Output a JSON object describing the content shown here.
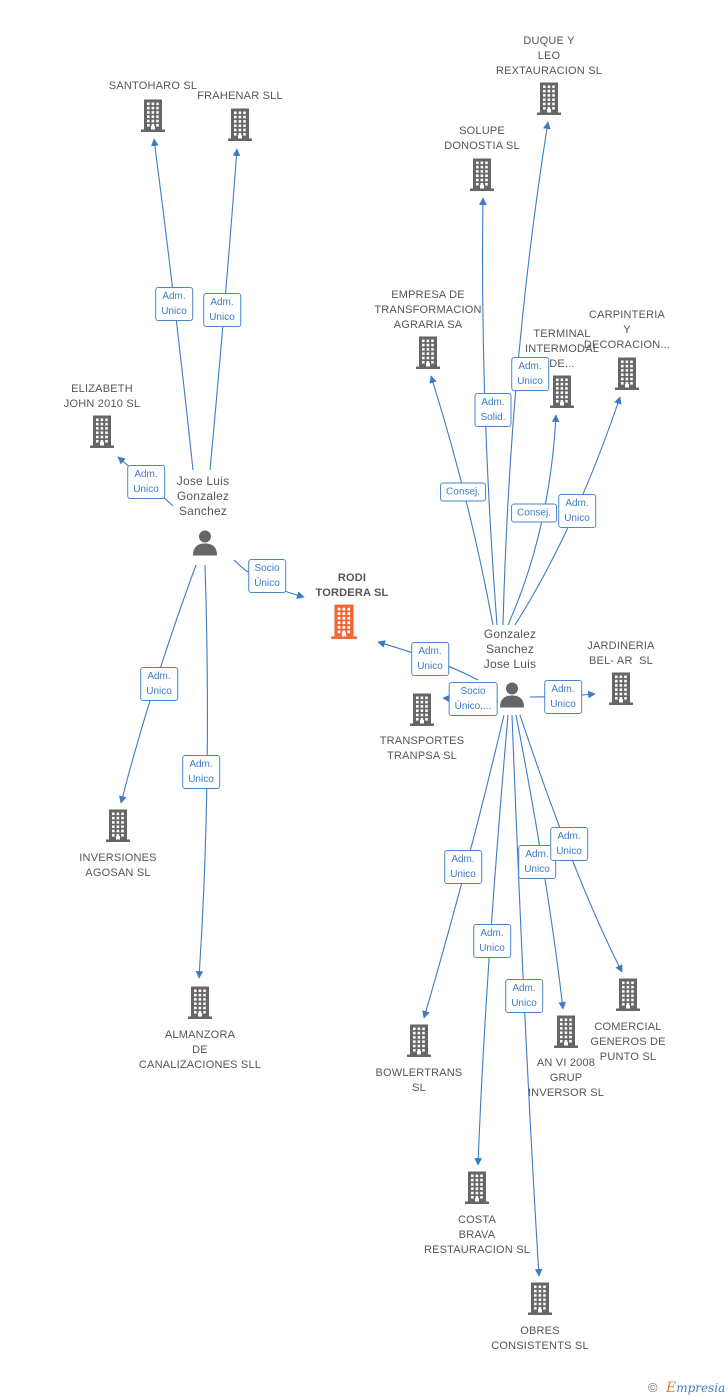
{
  "focus_node": {
    "label": "RODI\nTORDERA SL",
    "color": "#f26532"
  },
  "persons": [
    {
      "id": "p1",
      "label": "Jose Luis\nGonzalez\nSanchez"
    },
    {
      "id": "p2",
      "label": "Gonzalez\nSanchez\nJose Luis"
    }
  ],
  "companies": [
    {
      "id": "santoharo",
      "label": "SANTOHARO SL"
    },
    {
      "id": "frahenar",
      "label": "FRAHENAR SLL"
    },
    {
      "id": "elizabeth",
      "label": "ELIZABETH\nJOHN 2010 SL"
    },
    {
      "id": "agosan",
      "label": "INVERSIONES\nAGOSAN SL"
    },
    {
      "id": "almanzora",
      "label": "ALMANZORA\nDE\nCANALIZACIONES SLL"
    },
    {
      "id": "duque",
      "label": "DUQUE Y\nLEO\nREXTAURACION SL"
    },
    {
      "id": "solupe",
      "label": "SOLUPE\nDONOSTIA SL"
    },
    {
      "id": "empresa",
      "label": "EMPRESA DE\nTRANSFORMACION\nAGRARIA SA"
    },
    {
      "id": "terminal",
      "label": "TERMINAL\nINTERMODAL\nDE..."
    },
    {
      "id": "carpinteria",
      "label": "CARPINTERIA\nY\nDECORACION..."
    },
    {
      "id": "jardineria",
      "label": "JARDINERIA\nBEL- AR  SL"
    },
    {
      "id": "transportes",
      "label": "TRANSPORTES\nTRANPSA SL"
    },
    {
      "id": "bowlertrans",
      "label": "BOWLERTRANS\nSL"
    },
    {
      "id": "anvi",
      "label": "AN VI 2008\nGRUP\nINVERSOR SL"
    },
    {
      "id": "comercial",
      "label": "COMERCIAL\nGENEROS DE\nPUNTO SL"
    },
    {
      "id": "costa",
      "label": "COSTA\nBRAVA\nRESTAURACION SL"
    },
    {
      "id": "obres",
      "label": "OBRES\nCONSISTENTS SL"
    }
  ],
  "edges": [
    {
      "from": "p1",
      "to": "santoharo",
      "label": "Adm.\nUnico"
    },
    {
      "from": "p1",
      "to": "frahenar",
      "label": "Adm.\nUnico"
    },
    {
      "from": "p1",
      "to": "elizabeth",
      "label": "Adm.\nUnico"
    },
    {
      "from": "p1",
      "to": "focus",
      "label": "Socio\nÚnico"
    },
    {
      "from": "p1",
      "to": "agosan",
      "label": "Adm.\nUnico"
    },
    {
      "from": "p1",
      "to": "almanzora",
      "label": "Adm.\nUnico"
    },
    {
      "from": "p2",
      "to": "duque",
      "label": "Adm.\nUnico"
    },
    {
      "from": "p2",
      "to": "solupe",
      "label": "Adm.\nSolid."
    },
    {
      "from": "p2",
      "to": "empresa",
      "label": "Consej."
    },
    {
      "from": "p2",
      "to": "terminal",
      "label": "Consej."
    },
    {
      "from": "p2",
      "to": "carpinteria",
      "label": "Adm.\nUnico"
    },
    {
      "from": "p2",
      "to": "focus",
      "label": "Adm.\nUnico"
    },
    {
      "from": "p2",
      "to": "transportes",
      "label": "Socio\nÚnico,..."
    },
    {
      "from": "p2",
      "to": "jardineria",
      "label": "Adm.\nUnico"
    },
    {
      "from": "p2",
      "to": "bowlertrans",
      "label": "Adm.\nUnico"
    },
    {
      "from": "p2",
      "to": "costa",
      "label": "Adm.\nUnico"
    },
    {
      "from": "p2",
      "to": "obres",
      "label": "Adm.\nUnico"
    },
    {
      "from": "p2",
      "to": "anvi",
      "label": "Adm.\nUnico"
    },
    {
      "from": "p2",
      "to": "comercial",
      "label": "Adm.\nUnico"
    }
  ],
  "colors": {
    "edge": "#3d7cc4",
    "node_icon": "#666666",
    "focus_icon": "#f26532"
  },
  "footer": {
    "copyright": "©",
    "brand_first": "E",
    "brand_rest": "mpresia"
  }
}
